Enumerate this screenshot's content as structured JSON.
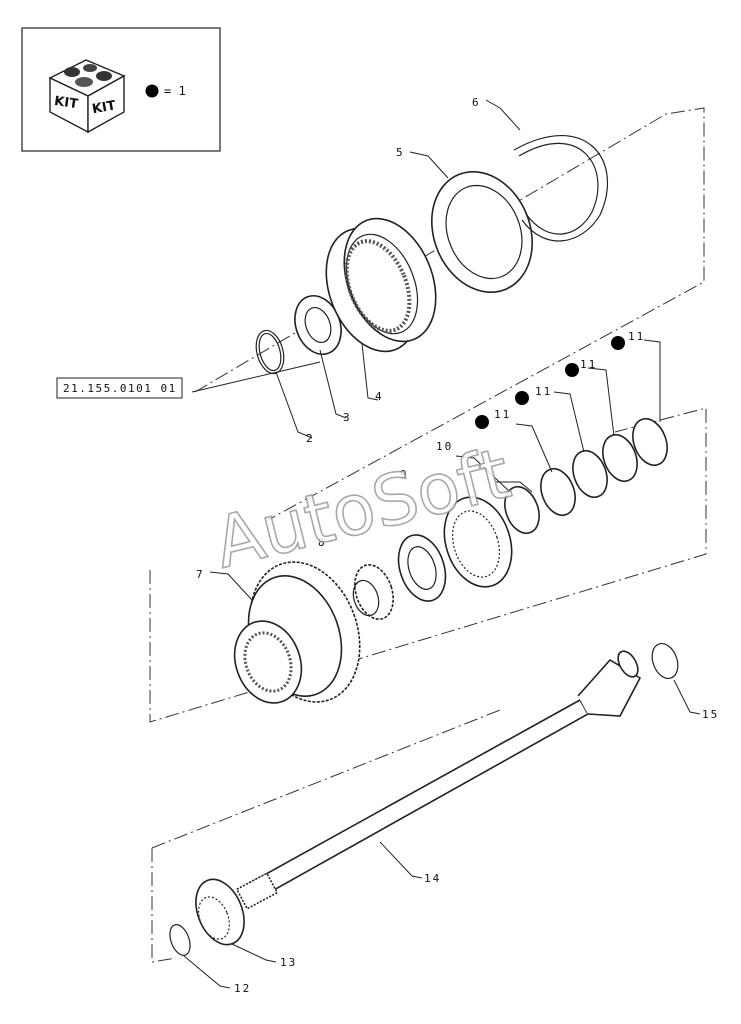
{
  "legend": {
    "kit_label_left": "KIT",
    "kit_label_right": "KIT",
    "equals_text": "= 1"
  },
  "reference_box": {
    "text": "21.155.0101 01"
  },
  "callouts": {
    "p2": "2",
    "p3": "3",
    "p4": "4",
    "p5": "5",
    "p6": "6",
    "p7": "7",
    "p8": "8",
    "p9": "9",
    "p10": "10",
    "p11a": "11",
    "p11b": "11",
    "p11c": "11",
    "p11d": "11",
    "p12": "12",
    "p13": "13",
    "p14": "14",
    "p15": "15"
  },
  "watermark": {
    "text": "AutoSoft"
  },
  "colors": {
    "line": "#222222",
    "marker": "#000000",
    "watermark_stroke": "#9a9a9a"
  }
}
